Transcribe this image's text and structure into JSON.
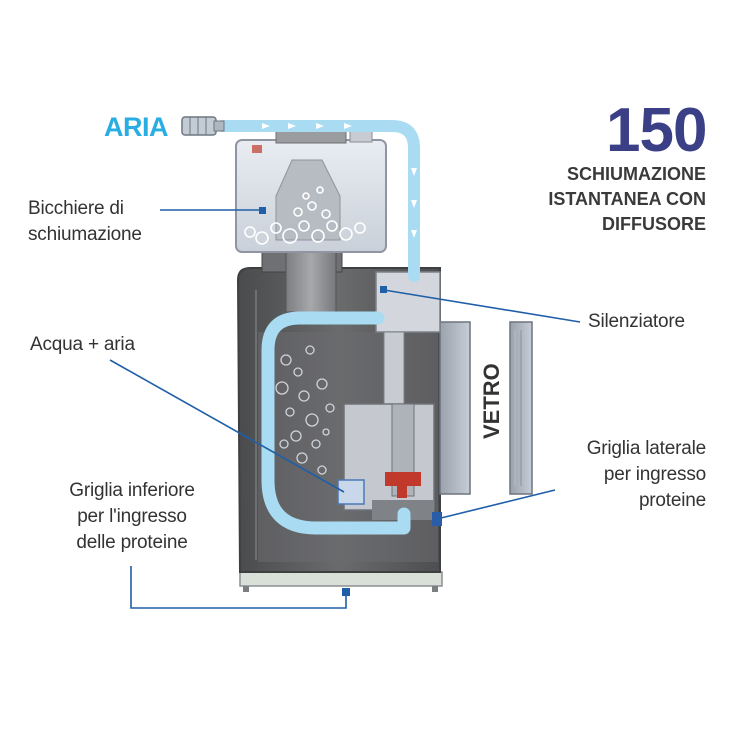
{
  "header": {
    "model_number": "150",
    "subtitle_lines": [
      "SCHIUMAZIONE",
      "ISTANTANEA CON",
      "DIFFUSORE"
    ]
  },
  "labels": {
    "air": "ARIA",
    "glass": "VETRO",
    "cup_lines": [
      "Bicchiere di",
      "schiumazione"
    ],
    "water_air": "Acqua + aria",
    "silencer": "Silenziatore",
    "side_grid_lines": [
      "Griglia laterale",
      "per ingresso",
      "proteine"
    ],
    "bottom_grid_lines": [
      "Griglia inferiore",
      "per l'ingresso",
      "delle proteine"
    ]
  },
  "colors": {
    "title_blue": "#3a3f86",
    "air_cyan": "#29aee3",
    "leader_blue": "#1f5fa8",
    "tube_light_blue": "#a9dcf2",
    "body_gray": "#5e5f61"
  },
  "icons": {
    "airline_connector": "air-inlet-connector-icon",
    "flow_arrows": "arrow-right-icon"
  }
}
